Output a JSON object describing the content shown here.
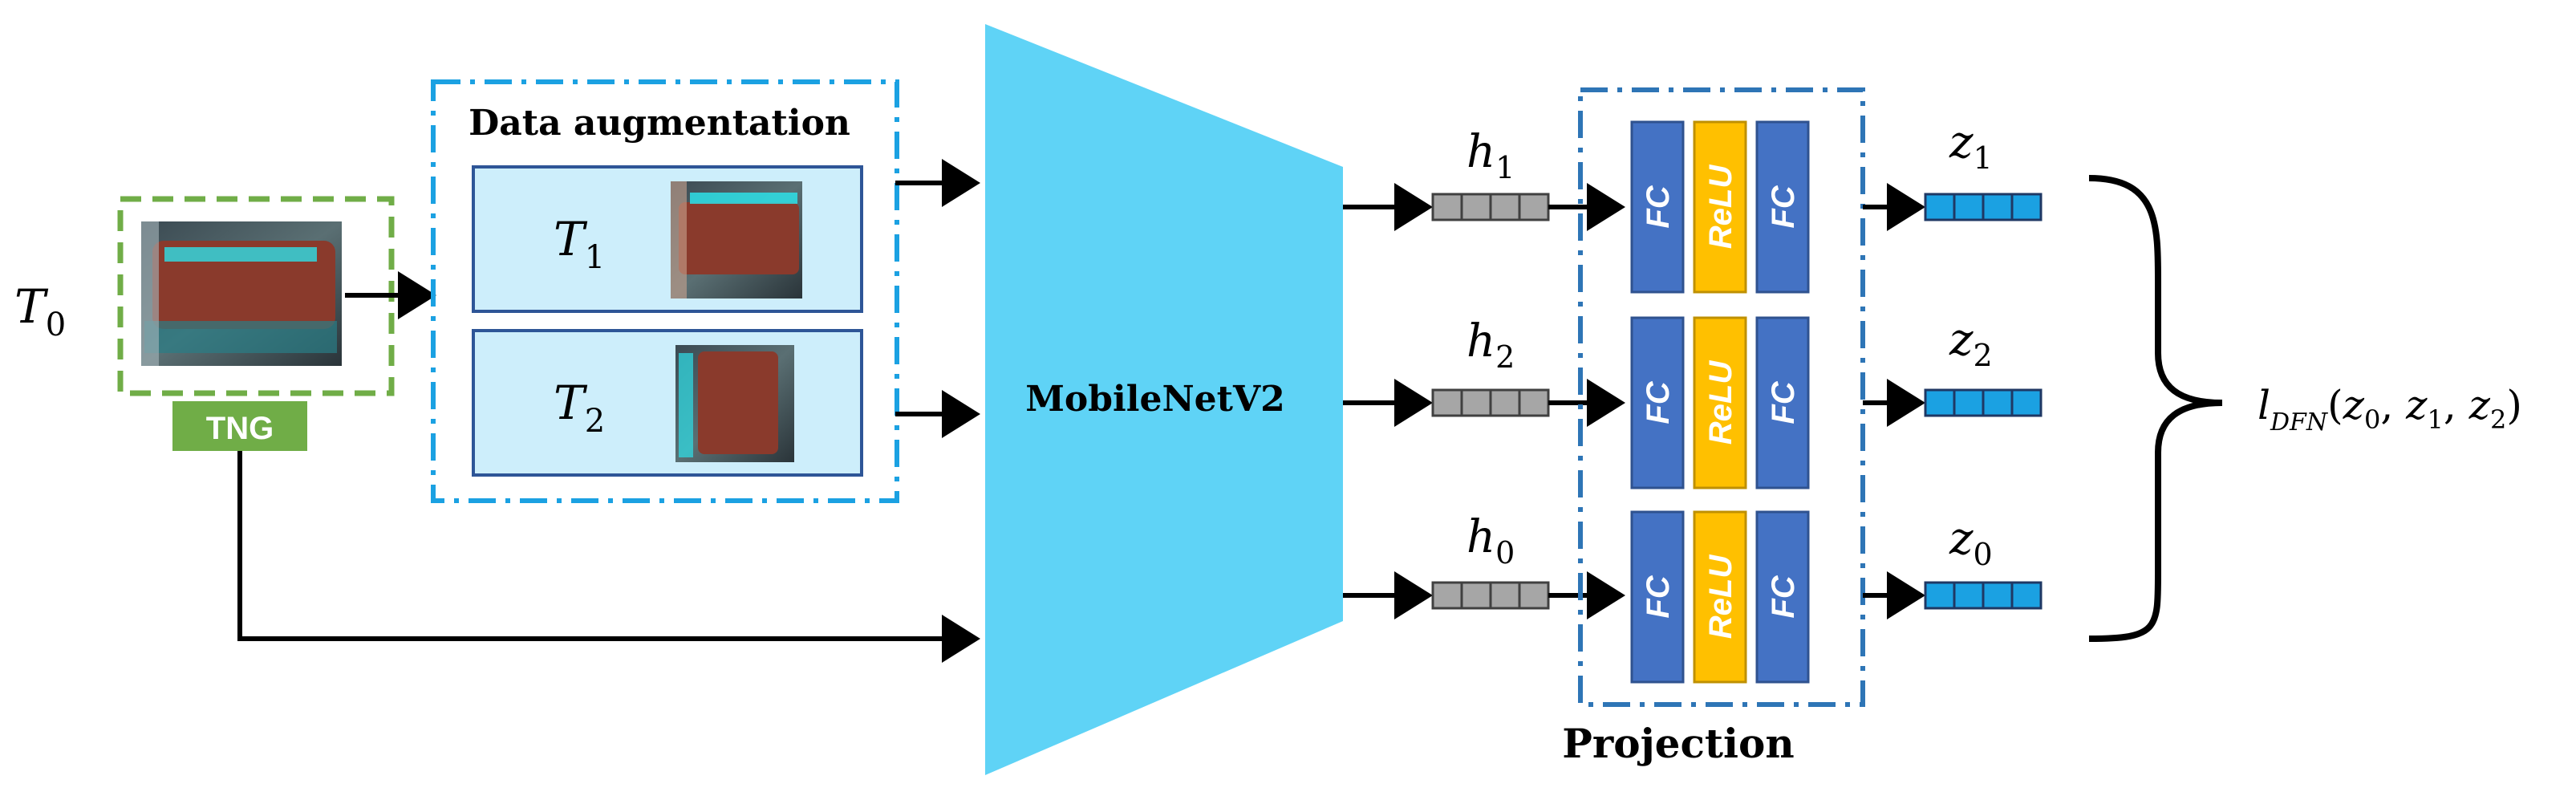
{
  "input": {
    "label": "T",
    "label_sub": "0",
    "tag": "TNG"
  },
  "augmentation": {
    "title": "Data augmentation",
    "views": [
      {
        "label": "T",
        "sub": "1"
      },
      {
        "label": "T",
        "sub": "2"
      }
    ]
  },
  "backbone": {
    "name": "MobileNetV2"
  },
  "features": [
    {
      "label": "h",
      "sub": "1"
    },
    {
      "label": "h",
      "sub": "2"
    },
    {
      "label": "h",
      "sub": "0"
    }
  ],
  "projection": {
    "title": "Projection",
    "layers": [
      "FC",
      "ReLU",
      "FC"
    ]
  },
  "embeddings": [
    {
      "label": "z",
      "sub": "1"
    },
    {
      "label": "z",
      "sub": "2"
    },
    {
      "label": "z",
      "sub": "0"
    }
  ],
  "loss": {
    "symbol": "l",
    "sub": "DFN",
    "args_open": "(",
    "args": [
      "z",
      "z",
      "z"
    ],
    "args_sub": [
      "0",
      "1",
      "2"
    ],
    "args_close": ")"
  },
  "colors": {
    "tng_green": "#70ad47",
    "aug_border": "#1ba1e2",
    "aug_fill": "#cdeefb",
    "aug_box_border": "#2e5597",
    "backbone_fill": "#5fd3f6",
    "feature_gray": "#a6a6a6",
    "proj_border": "#2e75b6",
    "fc_blue": "#4472c4",
    "relu_yellow": "#ffc000",
    "embed_blue": "#1ba1e2"
  },
  "icons": [
    "patch-image-original",
    "patch-image-t1",
    "patch-image-t2"
  ]
}
